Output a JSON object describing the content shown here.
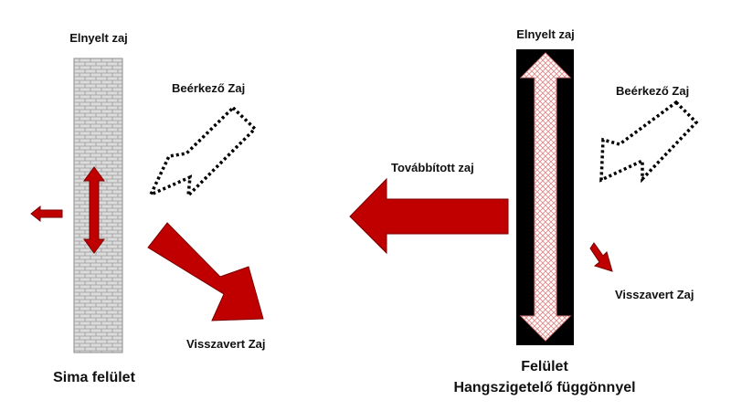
{
  "left_panel": {
    "absorbed_label": "Elnyelt zaj",
    "incoming_label": "Beérkező Zaj",
    "reflected_label": "Visszavert Zaj",
    "surface_label": "Sima felület"
  },
  "right_panel": {
    "absorbed_label": "Elnyelt zaj",
    "incoming_label": "Beérkező Zaj",
    "transmitted_label": "Továbbított zaj",
    "reflected_label": "Visszavert Zaj",
    "surface_label_line1": "Felület",
    "surface_label_line2": "Hangszigetelő függönnyel"
  },
  "colors": {
    "arrow_red": "#c00000",
    "curtain_black": "#000000",
    "curtain_hatch": "#f2a0a0",
    "brick_fill": "#d8d8d8",
    "brick_line": "#9a9a9a"
  }
}
